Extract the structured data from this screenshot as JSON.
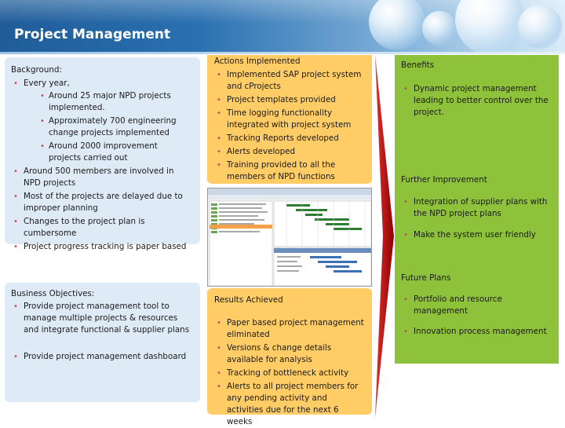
{
  "slide": {
    "title": "Project Management"
  },
  "background": {
    "heading": "Background:",
    "items": [
      {
        "text": "Every year,",
        "sub": [
          "Around 25 major NPD projects implemented.",
          "Approximately 700 engineering change projects implemented",
          "Around 2000 improvement projects carried out"
        ]
      },
      {
        "text": "Around 500 members are involved in NPD projects"
      },
      {
        "text": "Most of the projects are delayed due to improper planning"
      },
      {
        "text": "Changes to the project plan is cumbersome"
      },
      {
        "text": "Project progress tracking is paper based"
      }
    ]
  },
  "business_objectives": {
    "heading": "Business Objectives:",
    "items": [
      "Provide project management tool to manage multiple projects & resources and integrate functional & supplier plans",
      "Provide project management dashboard"
    ]
  },
  "actions": {
    "heading": "Actions Implemented",
    "items": [
      "Implemented SAP project system and cProjects",
      "Project templates provided",
      "Time logging functionality integrated with project system",
      "Tracking Reports developed",
      "Alerts developed",
      "Training provided to all the members of NPD functions"
    ]
  },
  "results": {
    "heading": "Results Achieved",
    "items": [
      "Paper based project management eliminated",
      "Versions & change details available for analysis",
      "Tracking of bottleneck activity",
      "Alerts to all project members for any pending activity and activities due for the next 6 weeks"
    ]
  },
  "benefits": {
    "heading": "Benefits",
    "items": [
      "Dynamic project management leading to better control over the project."
    ]
  },
  "further": {
    "heading": "Further Improvement",
    "items": [
      "Integration of supplier plans with the NPD project plans",
      "Make the system user friendly"
    ]
  },
  "future": {
    "heading": "Future Plans",
    "items": [
      "Portfolio and resource management",
      "Innovation process management"
    ]
  },
  "colors": {
    "header_blue": "#1f5c99",
    "panel_blue": "#dfeaf7",
    "panel_orange": "#ffcc66",
    "panel_green": "#8ec23a",
    "arrow_red": "#c00000",
    "bullet": "#c0504d"
  }
}
